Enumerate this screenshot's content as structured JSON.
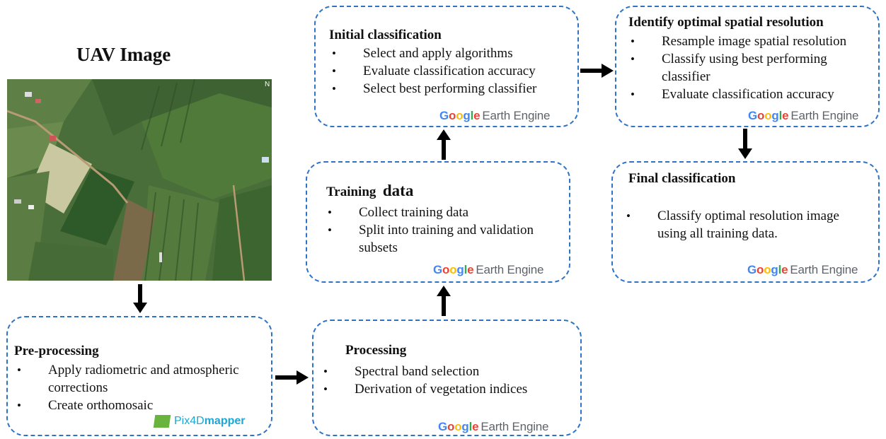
{
  "uav": {
    "title": "UAV Image"
  },
  "colors": {
    "box_border": "#2e74c6",
    "google_blue": "#4285F4",
    "google_red": "#EA4335",
    "google_yellow": "#FBBC05",
    "google_green": "#34A853",
    "pix4d_blue": "#1aa8d6",
    "pix4d_green": "#69b33f"
  },
  "logos": {
    "gee_google": "Google",
    "gee_rest": "Earth Engine",
    "pix4d_prefix": "Pix4D",
    "pix4d_suffix": "mapper",
    "pix4d_badge_icon": "pix4d-logo-icon"
  },
  "boxes": {
    "preprocessing": {
      "title": "Pre-processing",
      "bullets": [
        "Apply radiometric and atmospheric corrections",
        "Create orthomosaic"
      ]
    },
    "processing": {
      "title": "Processing",
      "bullets": [
        "Spectral band selection",
        "Derivation of vegetation indices"
      ]
    },
    "training": {
      "title_part1": "Training",
      "title_part2": "data",
      "bullets": [
        "Collect training data",
        "Split into training and validation subsets"
      ]
    },
    "initial": {
      "title": "Initial classification",
      "bullets": [
        "Select and apply algorithms",
        "Evaluate classification accuracy",
        "Select best performing classifier"
      ]
    },
    "optimal": {
      "title": "Identify optimal spatial resolution",
      "bullets": [
        "Resample image spatial resolution",
        "Classify using best performing classifier",
        "Evaluate classification accuracy"
      ]
    },
    "final": {
      "title": "Final classification",
      "bullets": [
        "Classify optimal resolution image using all training data."
      ]
    }
  }
}
